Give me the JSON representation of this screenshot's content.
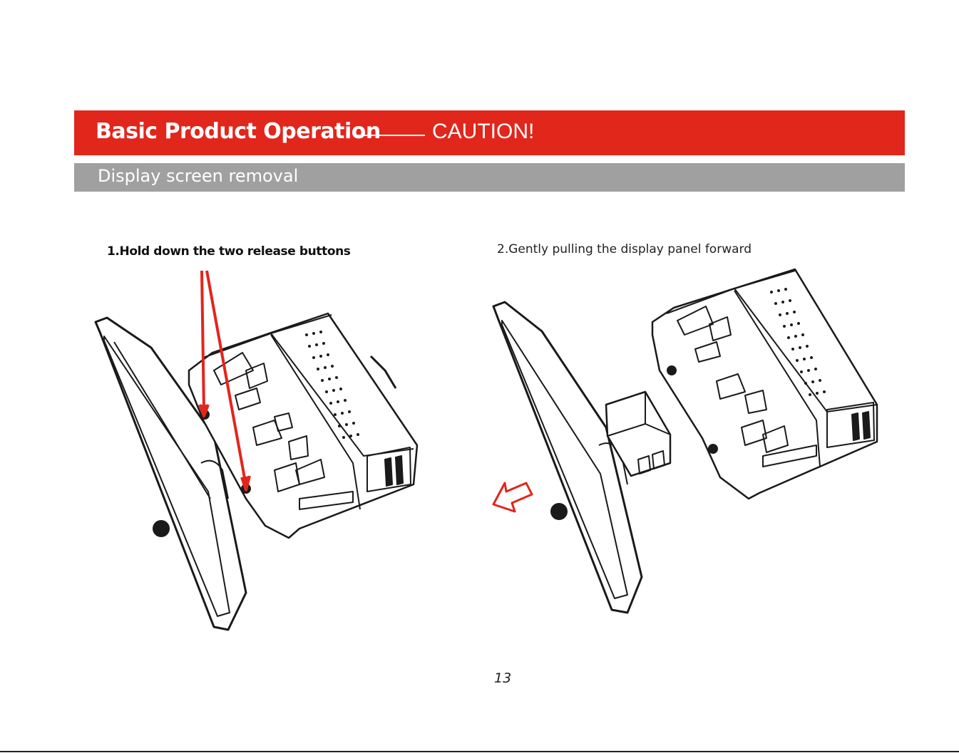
{
  "header": {
    "title": "Basic Product Operation",
    "caution": "CAUTION!",
    "subtitle": "Display screen removal"
  },
  "steps": [
    {
      "label": "1.Hold down the two release buttons"
    },
    {
      "label": "2.Gently pulling the display panel forward"
    }
  ],
  "page_number": "13",
  "colors": {
    "accent_red": "#e1261c",
    "section_grey": "#a0a0a0"
  }
}
